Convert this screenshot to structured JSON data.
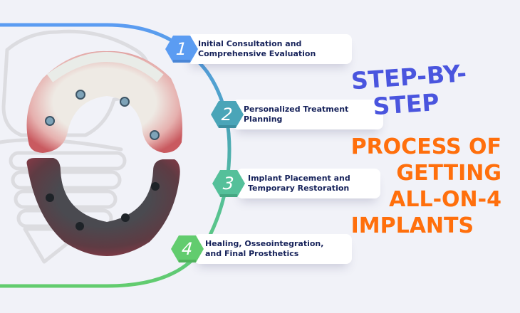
{
  "headline": {
    "line1": "STEP-BY-",
    "line2": "STEP",
    "line3": "PROCESS OF",
    "line4": "GETTING",
    "line5": "ALL-ON-4",
    "line6": "IMPLANTS"
  },
  "steps": [
    {
      "number": "1",
      "line1": "Initial Consultation and",
      "line2": "Comprehensive Evaluation",
      "color": "#5b9cf2"
    },
    {
      "number": "2",
      "line1": "Personalized Treatment",
      "line2": "Planning",
      "color": "#4aa5b8"
    },
    {
      "number": "3",
      "line1": "Implant Placement and",
      "line2": "Temporary Restoration",
      "color": "#55c09a"
    },
    {
      "number": "4",
      "line1": "Healing, Osseointegration,",
      "line2": "and Final Prosthetics",
      "color": "#62cc6e"
    }
  ],
  "colors": {
    "background": "#f1f2f8",
    "title_blue": "#4a55de",
    "title_orange": "#ff6f0c",
    "step_text": "#16225a"
  }
}
